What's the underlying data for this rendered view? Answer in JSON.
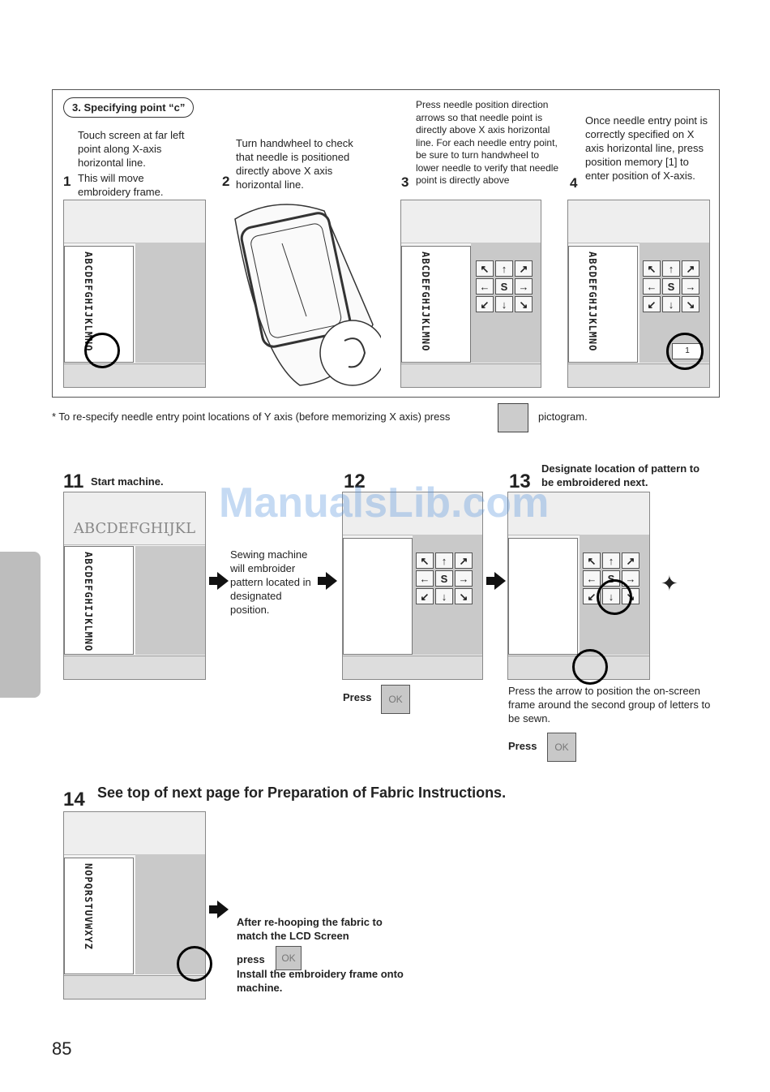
{
  "section": {
    "title": "3. Specifying point “c”",
    "steps": [
      {
        "num": "1",
        "text_a": "Touch screen at far left point along X-axis horizontal line.",
        "text_b": "This will move embroidery frame."
      },
      {
        "num": "2",
        "text": "Turn handwheel to check that needle is positioned directly above X axis horizontal line."
      },
      {
        "num": "3",
        "text": "Press needle position direction arrows so that needle point is directly above X axis horizontal line. For each needle entry point, be sure to turn handwheel to lower needle to verify that needle point is directly above"
      },
      {
        "num": "4",
        "text": "Once needle entry point is correctly specified on X axis horizontal line, press position memory [1] to enter position of X-axis."
      }
    ]
  },
  "footnote": {
    "text": "* To re-specify needle entry point locations of Y axis (before memorizing X axis) press",
    "suffix": "pictogram."
  },
  "step11": {
    "num": "11",
    "label": "Start machine.",
    "lcd_header": "ABCDEFGHIJKL",
    "strip_text": "ABCDEFGHIJKLMNO"
  },
  "between11_12": {
    "text": "Sewing machine will embroider pattern located in designated position."
  },
  "step12": {
    "num": "12",
    "press": "Press",
    "ok": "OK"
  },
  "step13": {
    "num": "13",
    "label": "Designate location of pattern to be embroidered next.",
    "desc": "Press the arrow to position the on-screen frame around the second group of letters to be sewn.",
    "press": "Press",
    "ok": "OK"
  },
  "step14": {
    "num": "14",
    "label": "See top of next page for Preparation of Fabric Instructions.",
    "strip_text": "NOPQRSTUVWXYZ",
    "after": "After re-hooping the fabric to match the LCD Screen",
    "press": "press",
    "install": "Install the embroidery frame onto machine.",
    "ok": "OK"
  },
  "lcd_strip": "ABCDEFGHIJKLMNO",
  "arrows": [
    "↖",
    "↑",
    "↗",
    "←",
    "S",
    "→",
    "↙",
    "↓",
    "↘"
  ],
  "memory_label": "1",
  "watermark": "ManualsLib.com",
  "page_number": "85"
}
